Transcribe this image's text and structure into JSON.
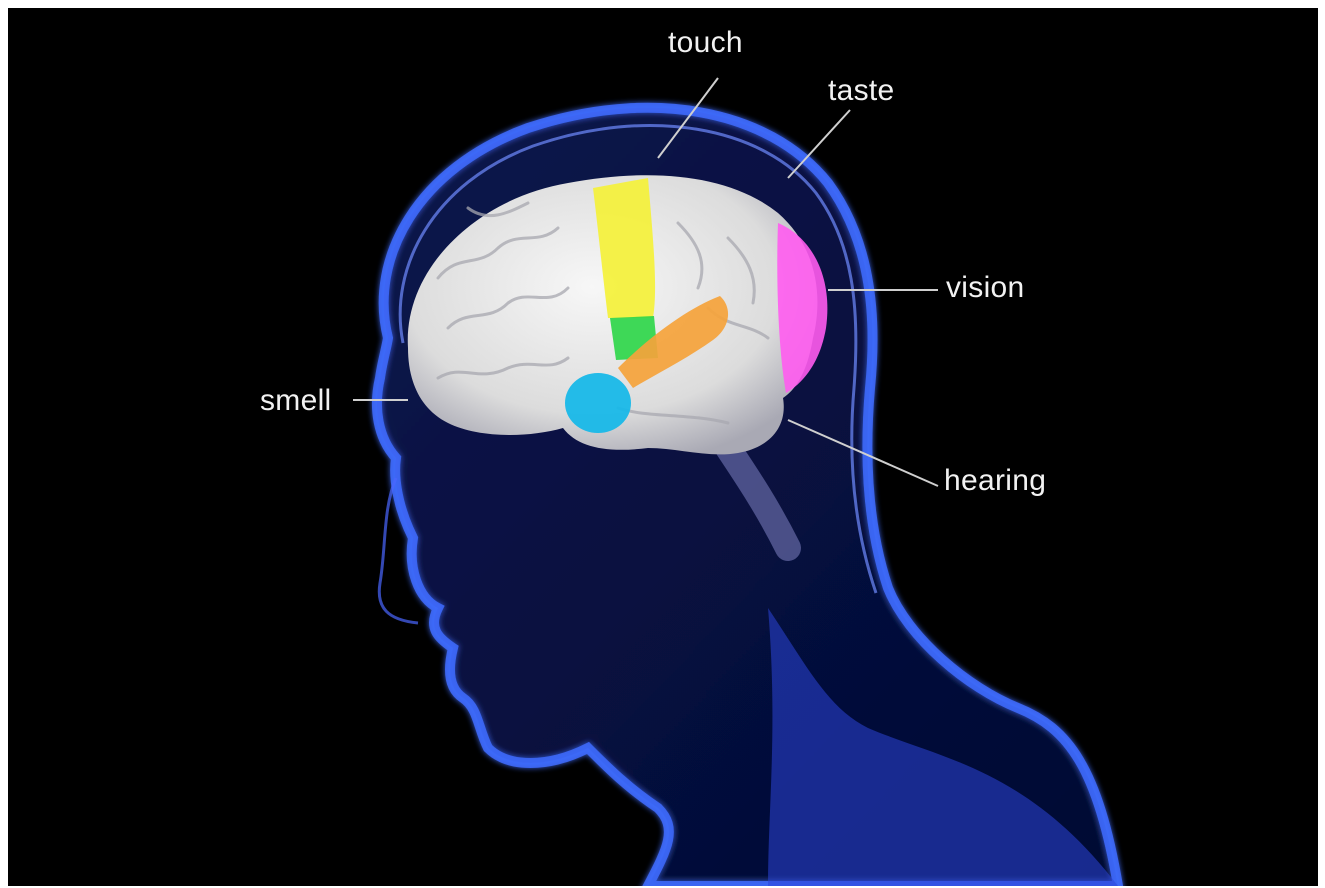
{
  "labels": {
    "touch": "touch",
    "taste": "taste",
    "vision": "vision",
    "smell": "smell",
    "hearing": "hearing"
  },
  "colors": {
    "background": "#000000",
    "head_outline": "#3f6cff",
    "brain": "#e6e6e6",
    "touch_region": "#f4f13a",
    "taste_region": "#2fd64a",
    "vision_region": "#ff5cf0",
    "smell_region": "#18b8e8",
    "hearing_region": "#f5a33b",
    "label_text": "#f2f2f2"
  }
}
